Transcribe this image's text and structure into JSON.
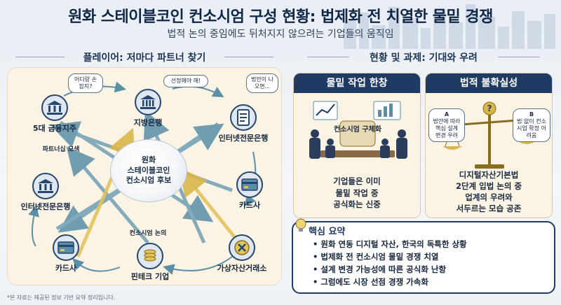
{
  "header": {
    "title": "원화 스테이블코인 컨소시엄 구성 현황: 법제화 전 치열한 물밑 경쟁",
    "subtitle": "법적 논의 중임에도 뒤처지지 않으려는 기업들의 움직임"
  },
  "left": {
    "heading": "플레이어: 저마다 파트너 찾기",
    "center": {
      "line1": "원화",
      "line2": "스테이블코인",
      "line3": "컨소시엄 후보"
    },
    "nodes": {
      "financial_holding": "5대 금융지주",
      "local_bank": "지방은행",
      "internet_bank_right": "인터넷전문은행",
      "internet_bank_left": "인터넷전문은행",
      "card_right": "카드사",
      "card_left": "카드사",
      "fintech": "핀테크 기업",
      "crypto_exchange": "가상자산거래소"
    },
    "bubbles": {
      "where_partner": "어디랑 손잡지?",
      "must_select": "선정해야 해!",
      "if_law": "법안이 나오면..."
    },
    "labels": {
      "partnership": "파트너십 모색",
      "consortium_talk": "컨소시엄 논의"
    }
  },
  "right": {
    "heading": "현황 및 과제: 기대와 우려",
    "card1": {
      "title": "물밑 작업 한창",
      "art_label": "컨소시엄 구체화",
      "text": [
        "기업들은 이미",
        "물밑 작업 중",
        "공식화는 신중"
      ]
    },
    "card2": {
      "title": "법적 불확실성",
      "bubble_a": "법안에 따라 핵심 설계 변경 우려",
      "bubble_b": "법 없이 컨소시엄 확정 어려움",
      "marker_a": "A",
      "marker_b": "B",
      "text": [
        "디지털자산기본법",
        "2단계 입법 논의 중",
        "업계의 우려와",
        "서두르는 모습 공존"
      ]
    },
    "summary": {
      "title": "핵심 요약",
      "items": [
        "원화 연동 디지털 자산, 한국의 독특한 상황",
        "법제화 전 컨소시엄 물밑 경쟁 치열",
        "설계 변경 가능성에 따른 공식화 난항",
        "그럼에도 시장 선점 경쟁 가속화"
      ]
    }
  },
  "footnote": "*본 자료는 제공된 정보 기반 요약 정리입니다.",
  "colors": {
    "navy": "#1f3b63",
    "cream": "#fbf3e3",
    "teal": "#5a8fa8",
    "gold": "#d9b64a"
  },
  "icons": [
    "bank-icon",
    "building-icon",
    "document-icon",
    "card-icon",
    "coins-icon",
    "crypto-coin-icon",
    "lightbulb-icon",
    "scale-icon"
  ]
}
